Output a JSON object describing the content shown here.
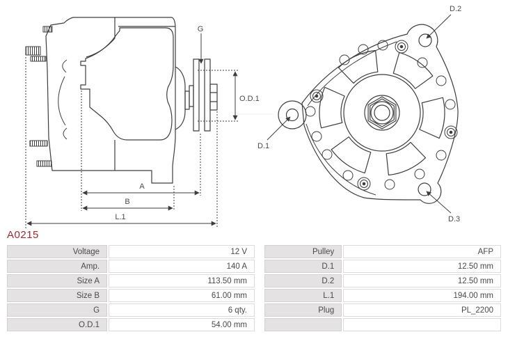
{
  "part_number": "A0215",
  "colors": {
    "part_number_red": "#9c2a33",
    "diagram_line": "#3d3d3d",
    "label_cell_bg": "#e4e2e2",
    "table_text": "#4a4a4a"
  },
  "diagram": {
    "side_view": {
      "g": "G",
      "od1": "O.D.1",
      "a": "A",
      "b": "B",
      "l1": "L.1"
    },
    "end_view": {
      "d1": "D.1",
      "d2": "D.2",
      "d3": "D.3"
    }
  },
  "table": {
    "rows": [
      {
        "label1": "Voltage",
        "value1": "12 V",
        "label2": "Pulley",
        "value2": "AFP"
      },
      {
        "label1": "Amp.",
        "value1": "140 A",
        "label2": "D.1",
        "value2": "12.50 mm"
      },
      {
        "label1": "Size A",
        "value1": "113.50 mm",
        "label2": "D.2",
        "value2": "12.50 mm"
      },
      {
        "label1": "Size B",
        "value1": "61.00 mm",
        "label2": "L.1",
        "value2": "194.00 mm"
      },
      {
        "label1": "G",
        "value1": "6 qty.",
        "label2": "Plug",
        "value2": "PL_2200"
      },
      {
        "label1": "O.D.1",
        "value1": "54.00 mm",
        "label2": "",
        "value2": ""
      }
    ]
  }
}
